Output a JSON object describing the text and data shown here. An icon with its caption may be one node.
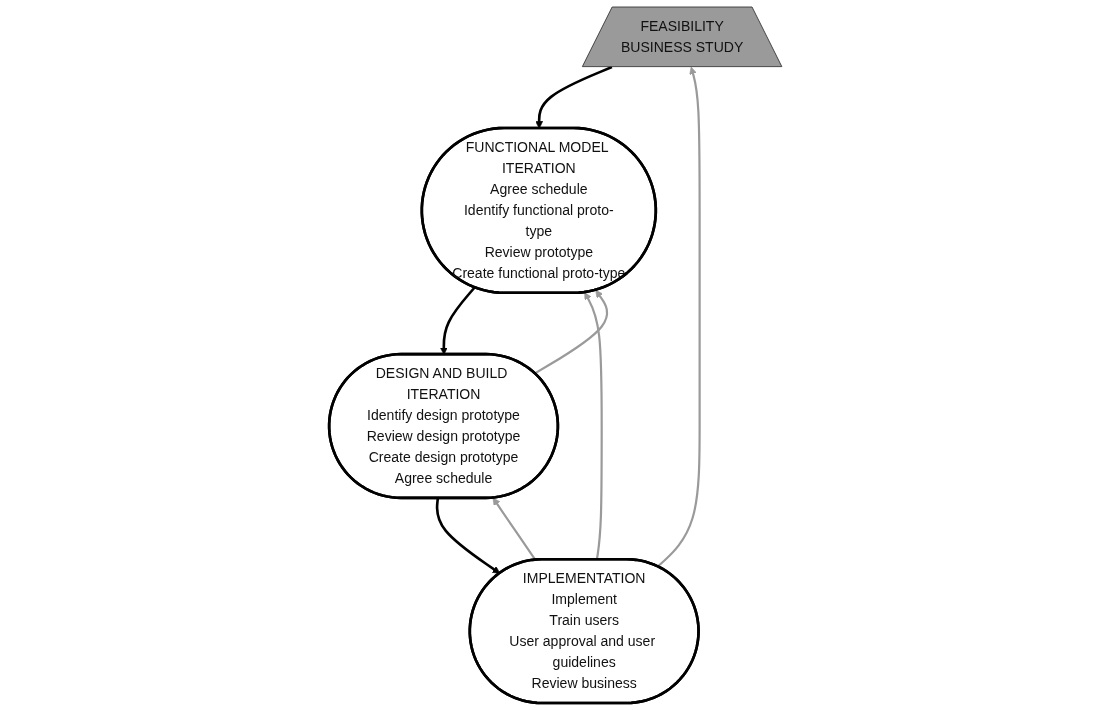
{
  "diagram": {
    "nodes": [
      {
        "text": [
          "FEASIBILITY",
          "BUSINESS STUDY"
        ]
      },
      {
        "text": [
          "FUNCTIONAL MODEL ITERATION",
          "Agree schedule",
          "Identify functional proto-type",
          "Review prototype",
          "Create functional proto-type"
        ]
      },
      {
        "text": [
          "DESIGN AND BUILD ITERATION",
          "Identify design prototype",
          "Review design prototype",
          "Create design prototype",
          "Agree schedule"
        ]
      },
      {
        "text": [
          "IMPLEMENTATION",
          "Implement",
          "Train users",
          "User approval and user guidelines",
          "Review business"
        ]
      }
    ],
    "edges": [
      {
        "from": 0,
        "to": 1,
        "arrow": "to",
        "color": "#000000"
      },
      {
        "from": 1,
        "to": 2,
        "arrow": "to",
        "color": "#000000"
      },
      {
        "from": 2,
        "to": 3,
        "arrow": "to",
        "color": "#000000"
      },
      {
        "from": 3,
        "to": 0,
        "arrow": "to"
      },
      {
        "from": 3,
        "to": 1,
        "arrow": "to"
      },
      {
        "from": 3,
        "to": 2,
        "arrow": "to"
      },
      {
        "from": 2,
        "to": 1,
        "arrow": "to"
      }
    ]
  }
}
